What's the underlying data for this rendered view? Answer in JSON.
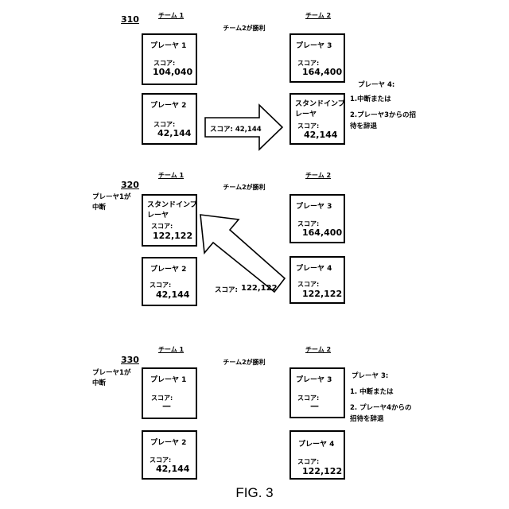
{
  "figure_label": "FIG. 3",
  "panels": [
    {
      "ref": "310",
      "team1": "チーム 1",
      "team2": "チーム 2",
      "result": "チーム2が勝利",
      "team1_players": [
        {
          "name": "プレーヤ 1",
          "score_label": "スコア:",
          "score": "104,040"
        },
        {
          "name": "プレーヤ 2",
          "score_label": "スコア:",
          "score": "42,144"
        }
      ],
      "team2_players": [
        {
          "name": "プレーヤ 3",
          "score_label": "スコア:",
          "score": "164,400"
        },
        {
          "name_line1": "スタンドインプ",
          "name_line2": "レーヤ",
          "score_label": "スコア:",
          "score": "42,144"
        }
      ],
      "arrow_text": "スコア: 42,144",
      "note": {
        "title": "プレーヤ 4:",
        "line1": "1.中断または",
        "line2": "2.プレーヤ3からの招",
        "line3": "待を辞退"
      }
    },
    {
      "ref": "320",
      "team1": "チーム 1",
      "team2": "チーム 2",
      "result": "チーム2が勝利",
      "side_note": {
        "line1": "プレーヤ1が",
        "line2": "中断"
      },
      "team1_players": [
        {
          "name_line1": "スタンドインプ",
          "name_line2": "レーヤ",
          "score_label": "スコア:",
          "score": "122,122"
        },
        {
          "name": "プレーヤ 2",
          "score_label": "スコア:",
          "score": "42,144"
        }
      ],
      "team2_players": [
        {
          "name": "プレーヤ 3",
          "score_label": "スコア:",
          "score": "164,400"
        },
        {
          "name": "プレーヤ 4",
          "score_label": "スコア:",
          "score": "122,122"
        }
      ],
      "arrow_label": "スコア:",
      "arrow_score": "122,122"
    },
    {
      "ref": "330",
      "team1": "チーム 1",
      "team2": "チーム 2",
      "result": "チーム2が勝利",
      "side_note": {
        "line1": "プレーヤ1が",
        "line2": "中断"
      },
      "team1_players": [
        {
          "name": "プレーヤ 1",
          "score_label": "スコア:",
          "score": "—"
        },
        {
          "name": "プレーヤ 2",
          "score_label": "スコア:",
          "score": "42,144"
        }
      ],
      "team2_players": [
        {
          "name": "プレーヤ 3",
          "score_label": "スコア:",
          "score": "—"
        },
        {
          "name": "プレーヤ 4",
          "score_label": "スコア:",
          "score": "122,122"
        }
      ],
      "note": {
        "title": "プレーヤ 3:",
        "line1": "1. 中断または",
        "line2": "2. プレーヤ4からの",
        "line3": "招待を辞退"
      }
    }
  ]
}
